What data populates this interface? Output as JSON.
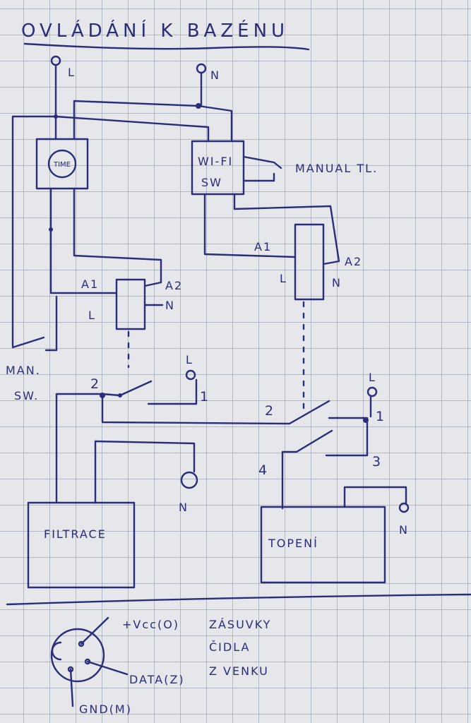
{
  "title": "OVLÁDÁNÍ K BAZÉNU",
  "supply": {
    "line": "L",
    "neutral": "N"
  },
  "timer": {
    "label": "TIME"
  },
  "wifi_switch": {
    "line1": "WI-FI",
    "line2": "SW"
  },
  "manual_button": "MANUAL TL.",
  "relay1": {
    "a1": "A1",
    "a2": "A2",
    "l": "L",
    "n": "N"
  },
  "relay2": {
    "a1": "A1",
    "a2": "A2",
    "l": "L",
    "n": "N"
  },
  "manual_switch": {
    "line1": "MAN.",
    "line2": "SW."
  },
  "contact1": {
    "common": "2",
    "out": "1",
    "l": "L"
  },
  "contact2": {
    "common": "2",
    "no": "1",
    "nc": "3",
    "out": "4",
    "l": "L"
  },
  "filtration": {
    "label": "FILTRACE",
    "n": "N"
  },
  "heating": {
    "label": "TOPENÍ",
    "n": "N"
  },
  "connector": {
    "vcc": "+Vcc(O)",
    "data": "DATA(Z)",
    "gnd": "GND(M)",
    "note1": "ZÁSUVKY",
    "note2": "ČIDLA",
    "note3": "Z VENKU"
  }
}
